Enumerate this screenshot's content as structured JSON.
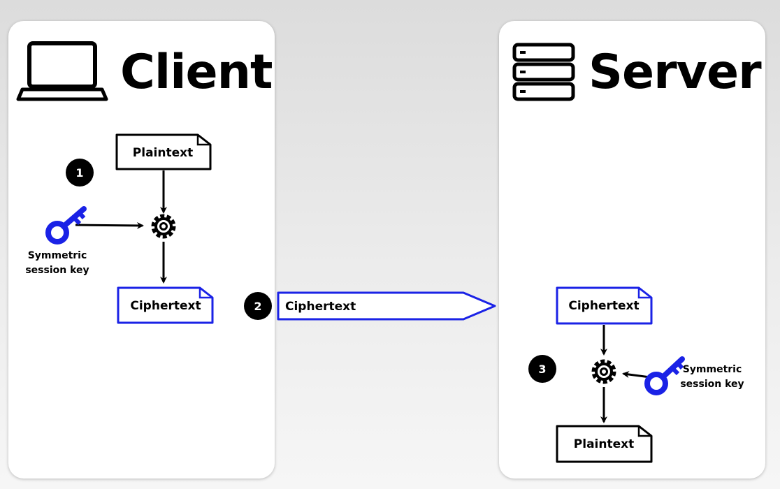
{
  "client": {
    "title": "Client",
    "step1_badge": "1",
    "plaintext_label": "Plaintext",
    "ciphertext_label": "Ciphertext",
    "key_label_line1": "Symmetric",
    "key_label_line2": "session key"
  },
  "transfer": {
    "step2_badge": "2",
    "ciphertext_label": "Ciphertext"
  },
  "server": {
    "title": "Server",
    "step3_badge": "3",
    "ciphertext_label": "Ciphertext",
    "plaintext_label": "Plaintext",
    "key_label_line1": "Symmetric",
    "key_label_line2": "session key"
  },
  "colors": {
    "accent_blue": "#1a22e6",
    "black": "#000000"
  },
  "icons": [
    "laptop-icon",
    "server-icon",
    "key-icon",
    "gear-icon"
  ]
}
